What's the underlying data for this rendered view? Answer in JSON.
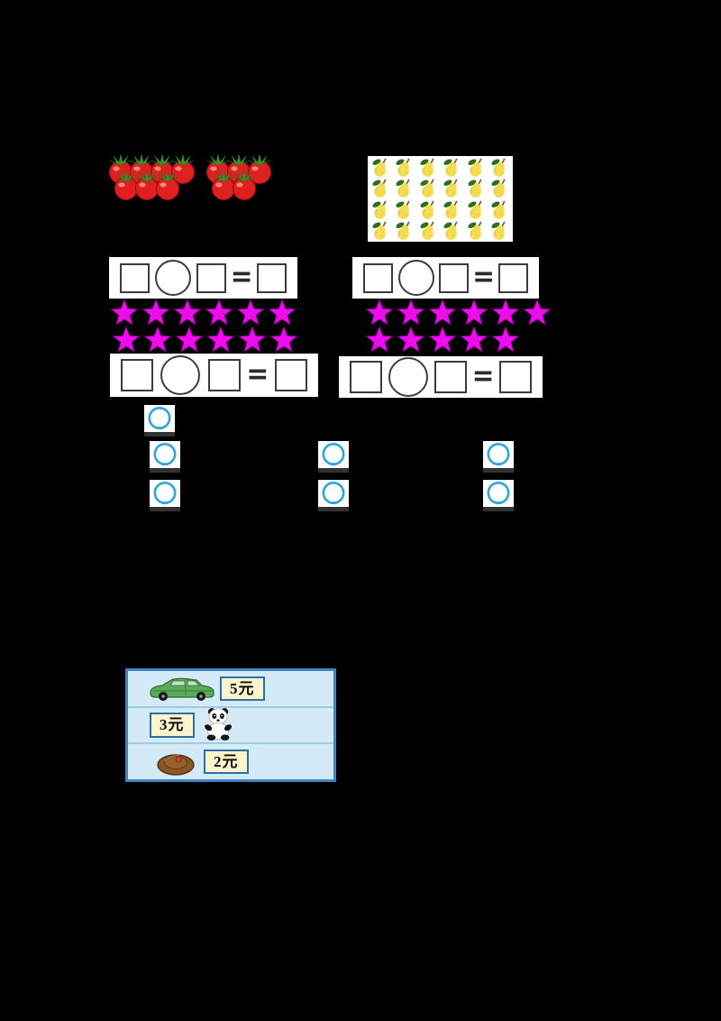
{
  "theme": {
    "page-bg": "#000000",
    "panel-bg": "#FFFFFF",
    "star": "#EE0CEE",
    "ring": "#2BA7DB",
    "table-bg": "#D5EAF7",
    "table-border": "#3F86C0",
    "row-line": "#9CCBE3",
    "tag-bg": "#FBF4CD",
    "tag-border": "#2F6FA8"
  },
  "tomatoes": {
    "groups": [
      {
        "side": "left",
        "rows": [
          4,
          3
        ],
        "total": 7
      },
      {
        "side": "right",
        "rows": [
          3,
          2
        ],
        "total": 5
      }
    ]
  },
  "pears": {
    "rows": 4,
    "cols": 6,
    "total": 24
  },
  "equations": {
    "equals_sign": "=",
    "slots": [
      "answer-box",
      "operator-circle",
      "answer-box",
      "equals",
      "result-box"
    ],
    "panels": [
      {
        "id": "top-left"
      },
      {
        "id": "top-right"
      },
      {
        "id": "bottom-left"
      },
      {
        "id": "bottom-right"
      }
    ]
  },
  "stars": {
    "groups": [
      {
        "side": "left",
        "rows": [
          6,
          6
        ],
        "total": 12
      },
      {
        "side": "right",
        "rows": [
          6,
          5
        ],
        "total": 11
      }
    ]
  },
  "clock_icons": {
    "count": 7,
    "per_slot": 1
  },
  "price_table": {
    "rows": [
      {
        "item": "toy-car",
        "price": "5元"
      },
      {
        "item": "panda-doll",
        "price": "3元"
      },
      {
        "item": "hat",
        "price": "2元"
      }
    ]
  }
}
